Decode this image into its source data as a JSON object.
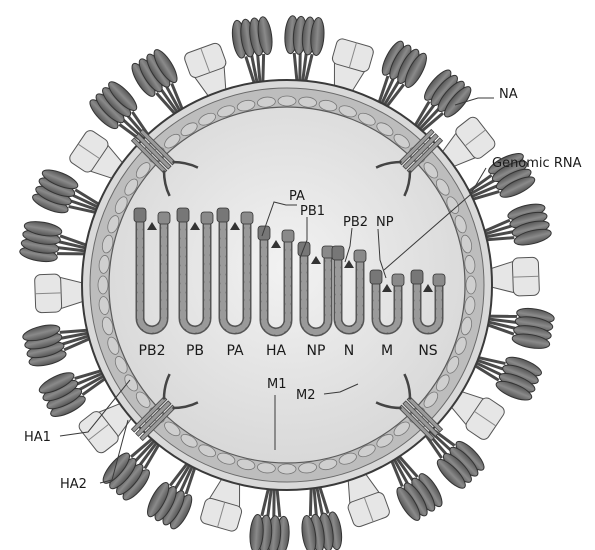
{
  "diagram": {
    "external_labels": {
      "na": "NA",
      "genomic_rna": "Genomic RNA",
      "ha1": "HA1",
      "ha2": "HA2",
      "m1": "M1",
      "m2": "M2"
    },
    "rnp_protein_labels": {
      "pa": "PA",
      "pb1": "PB1",
      "pb2": "PB2",
      "np": "NP"
    },
    "segments": [
      "PB2",
      "PB",
      "PA",
      "HA",
      "NP",
      "N",
      "M",
      "NS"
    ]
  },
  "colors": {
    "spike_dark": "#6f6f6f",
    "spike_light": "#e6e6e6",
    "envelope": "#bdbdbd",
    "interior": "#e9e9e9",
    "outline": "#3a3a3a"
  }
}
